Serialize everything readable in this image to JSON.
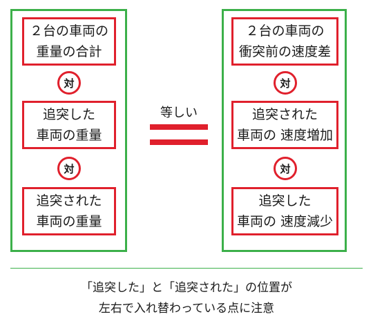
{
  "left_panel": {
    "top_box": {
      "line1": "２台の車両の",
      "line2": "重量の合計"
    },
    "connector1": "対",
    "middle_box": {
      "line1": "追突した",
      "line2": "車両の重量"
    },
    "connector2": "対",
    "bottom_box": {
      "line1": "追突された",
      "line2": "車両の重量"
    }
  },
  "equals": {
    "label": "等しい"
  },
  "right_panel": {
    "top_box": {
      "line1": "２台の車両の",
      "line2": "衝突前の速度差"
    },
    "connector1": "対",
    "middle_box": {
      "line1": "追突された",
      "line2": "車両の 速度増加"
    },
    "connector2": "対",
    "bottom_box": {
      "line1": "追突した",
      "line2": "車両の 速度減少"
    }
  },
  "note": {
    "line1": "「追突した」と「追突された」の位置が",
    "line2": "左右で入れ替わっている点に注意"
  },
  "colors": {
    "frame": "#3cb04a",
    "box": "#e0202c",
    "text": "#1a1a1a"
  }
}
